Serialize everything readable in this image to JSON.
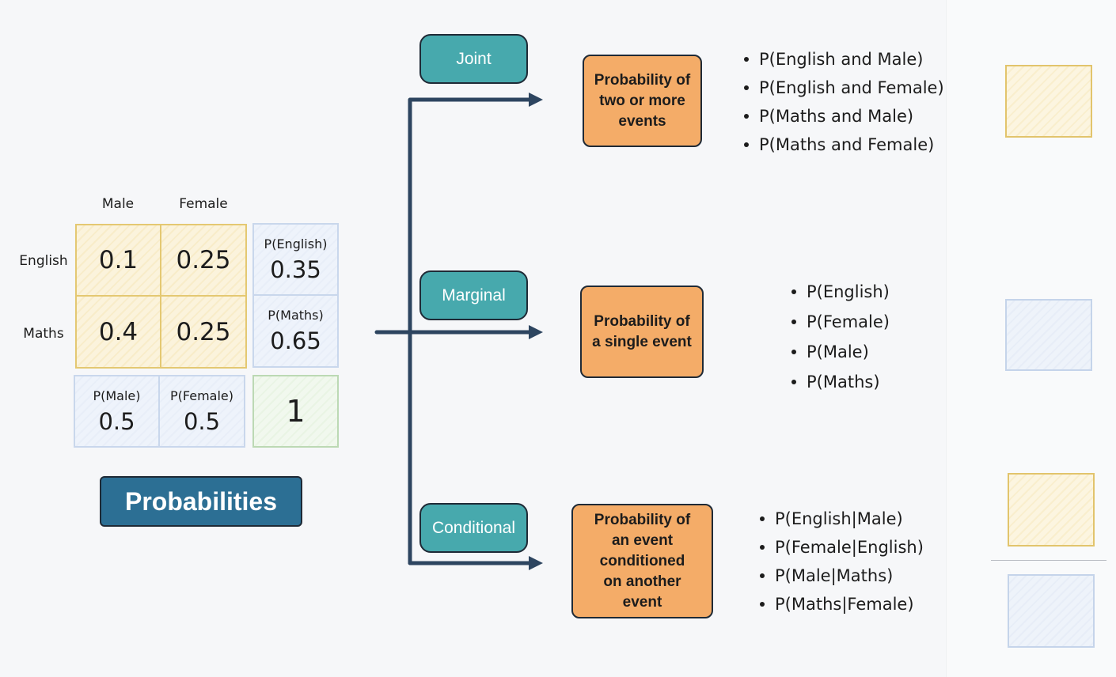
{
  "table": {
    "col_headers": [
      "Male",
      "Female"
    ],
    "row_headers": [
      "English",
      "Maths"
    ],
    "joint": [
      [
        "0.1",
        "0.25"
      ],
      [
        "0.4",
        "0.25"
      ]
    ],
    "row_marginals": [
      {
        "label": "P(English)",
        "value": "0.35"
      },
      {
        "label": "P(Maths)",
        "value": "0.65"
      }
    ],
    "col_marginals": [
      {
        "label": "P(Male)",
        "value": "0.5"
      },
      {
        "label": "P(Female)",
        "value": "0.5"
      }
    ],
    "total": "1"
  },
  "title_label": "Probabilities",
  "types": [
    {
      "name": "Joint",
      "description": [
        "Probability of",
        "two or more",
        "events"
      ],
      "examples": [
        "P(English and Male)",
        "P(English and Female)",
        "P(Maths and Male)",
        "P(Maths and Female)"
      ]
    },
    {
      "name": "Marginal",
      "description": [
        "Probability of",
        "a single event"
      ],
      "examples": [
        "P(English)",
        "P(Female)",
        "P(Male)",
        "P(Maths)"
      ]
    },
    {
      "name": "Conditional",
      "description": [
        "Probability of",
        "an event",
        "conditioned",
        "on another",
        "event"
      ],
      "examples": [
        "P(English|Male)",
        "P(Female|English)",
        "P(Male|Maths)",
        "P(Maths|Female)"
      ]
    }
  ],
  "colors": {
    "pill": "#47a9ad",
    "description_box": "#f4ac68",
    "title_button": "#2c6f94",
    "arrow": "#2d4560",
    "joint_cell_border": "#e4c872",
    "marginal_cell_border": "#c9d7ec",
    "total_cell_border": "#bcd9b4"
  }
}
